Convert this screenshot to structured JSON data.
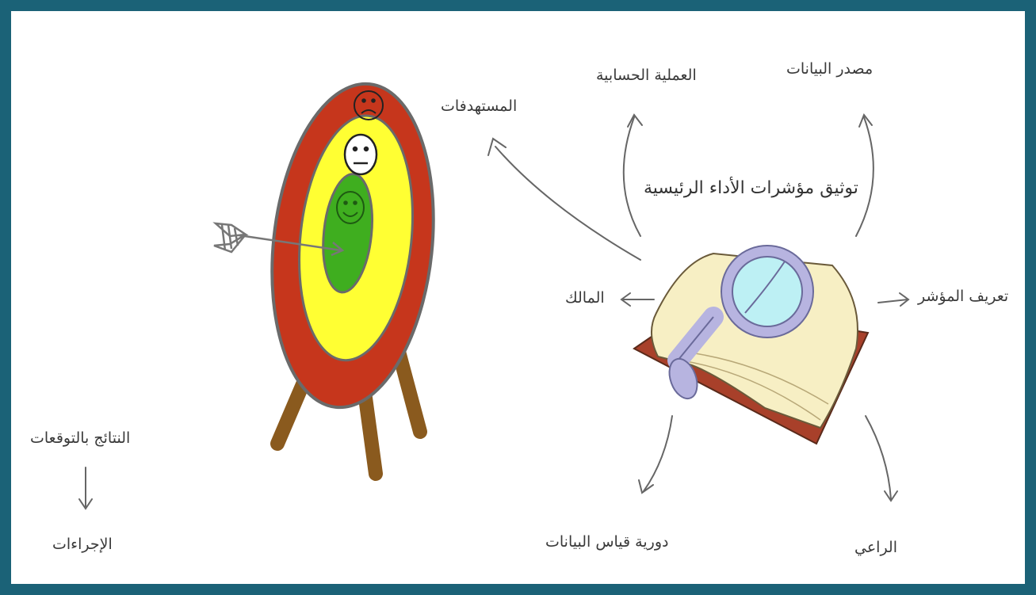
{
  "diagram": {
    "center_title": "توثيق مؤشرات الأداء الرئيسية",
    "labels": {
      "targets": "المستهدفات",
      "calculation": "العملية الحسابية",
      "data_source": "مصدر البيانات",
      "owner": "المالك",
      "kpi_definition": "تعريف المؤشر",
      "measurement_frequency": "دورية قياس البيانات",
      "sponsor": "الراعي",
      "results_vs_expectations": "النتائج بالتوقعات",
      "actions": "الإجراءات"
    },
    "icons": [
      "target-board-icon",
      "arrow-icon",
      "book-icon",
      "magnifier-icon",
      "sad-face-icon",
      "neutral-face-icon",
      "happy-face-icon"
    ],
    "colors": {
      "frame": "#1b6277",
      "target_outer": "#c6361c",
      "target_middle": "#ffff33",
      "target_inner": "#3fae1f",
      "stand": "#8a5a1e",
      "book_cover": "#a8402a",
      "book_pages": "#f7efc4",
      "magnifier_frame": "#b7b4e0",
      "magnifier_glass": "#bdf0f4"
    }
  }
}
